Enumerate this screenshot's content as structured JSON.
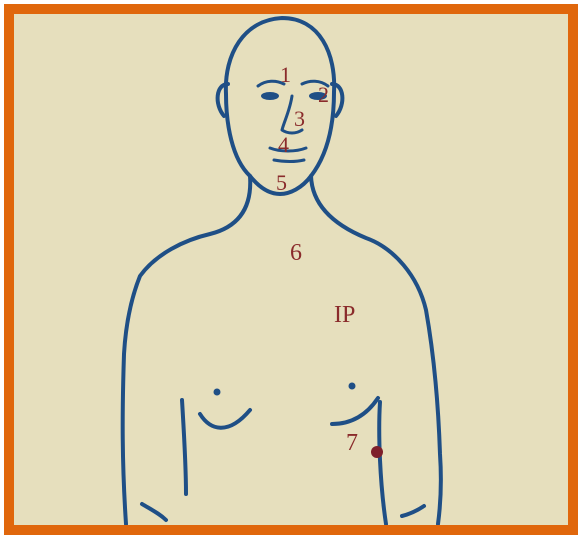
{
  "figure": {
    "labels": [
      "1",
      "2",
      "3",
      "4",
      "5",
      "6",
      "IP",
      "7"
    ]
  },
  "colors": {
    "frame_border": "#e0670c",
    "background": "#e6dfbd",
    "outline": "#1f4f86",
    "label_text": "#8a2b2b",
    "marker": "#7d1f2b"
  }
}
